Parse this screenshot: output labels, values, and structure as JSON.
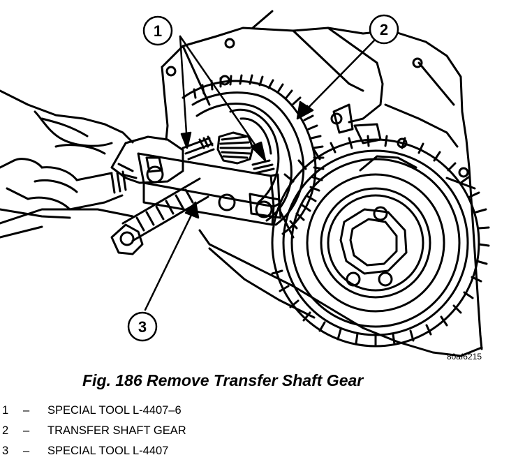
{
  "figure": {
    "callouts": [
      "1",
      "2",
      "3"
    ],
    "image_code": "80af6215"
  },
  "caption": "Fig. 186 Remove Transfer Shaft Gear",
  "legend": [
    {
      "num": "1",
      "dash": "–",
      "text": "SPECIAL TOOL L-4407–6"
    },
    {
      "num": "2",
      "dash": "–",
      "text": "TRANSFER SHAFT GEAR"
    },
    {
      "num": "3",
      "dash": "–",
      "text": "SPECIAL TOOL L-4407"
    }
  ]
}
